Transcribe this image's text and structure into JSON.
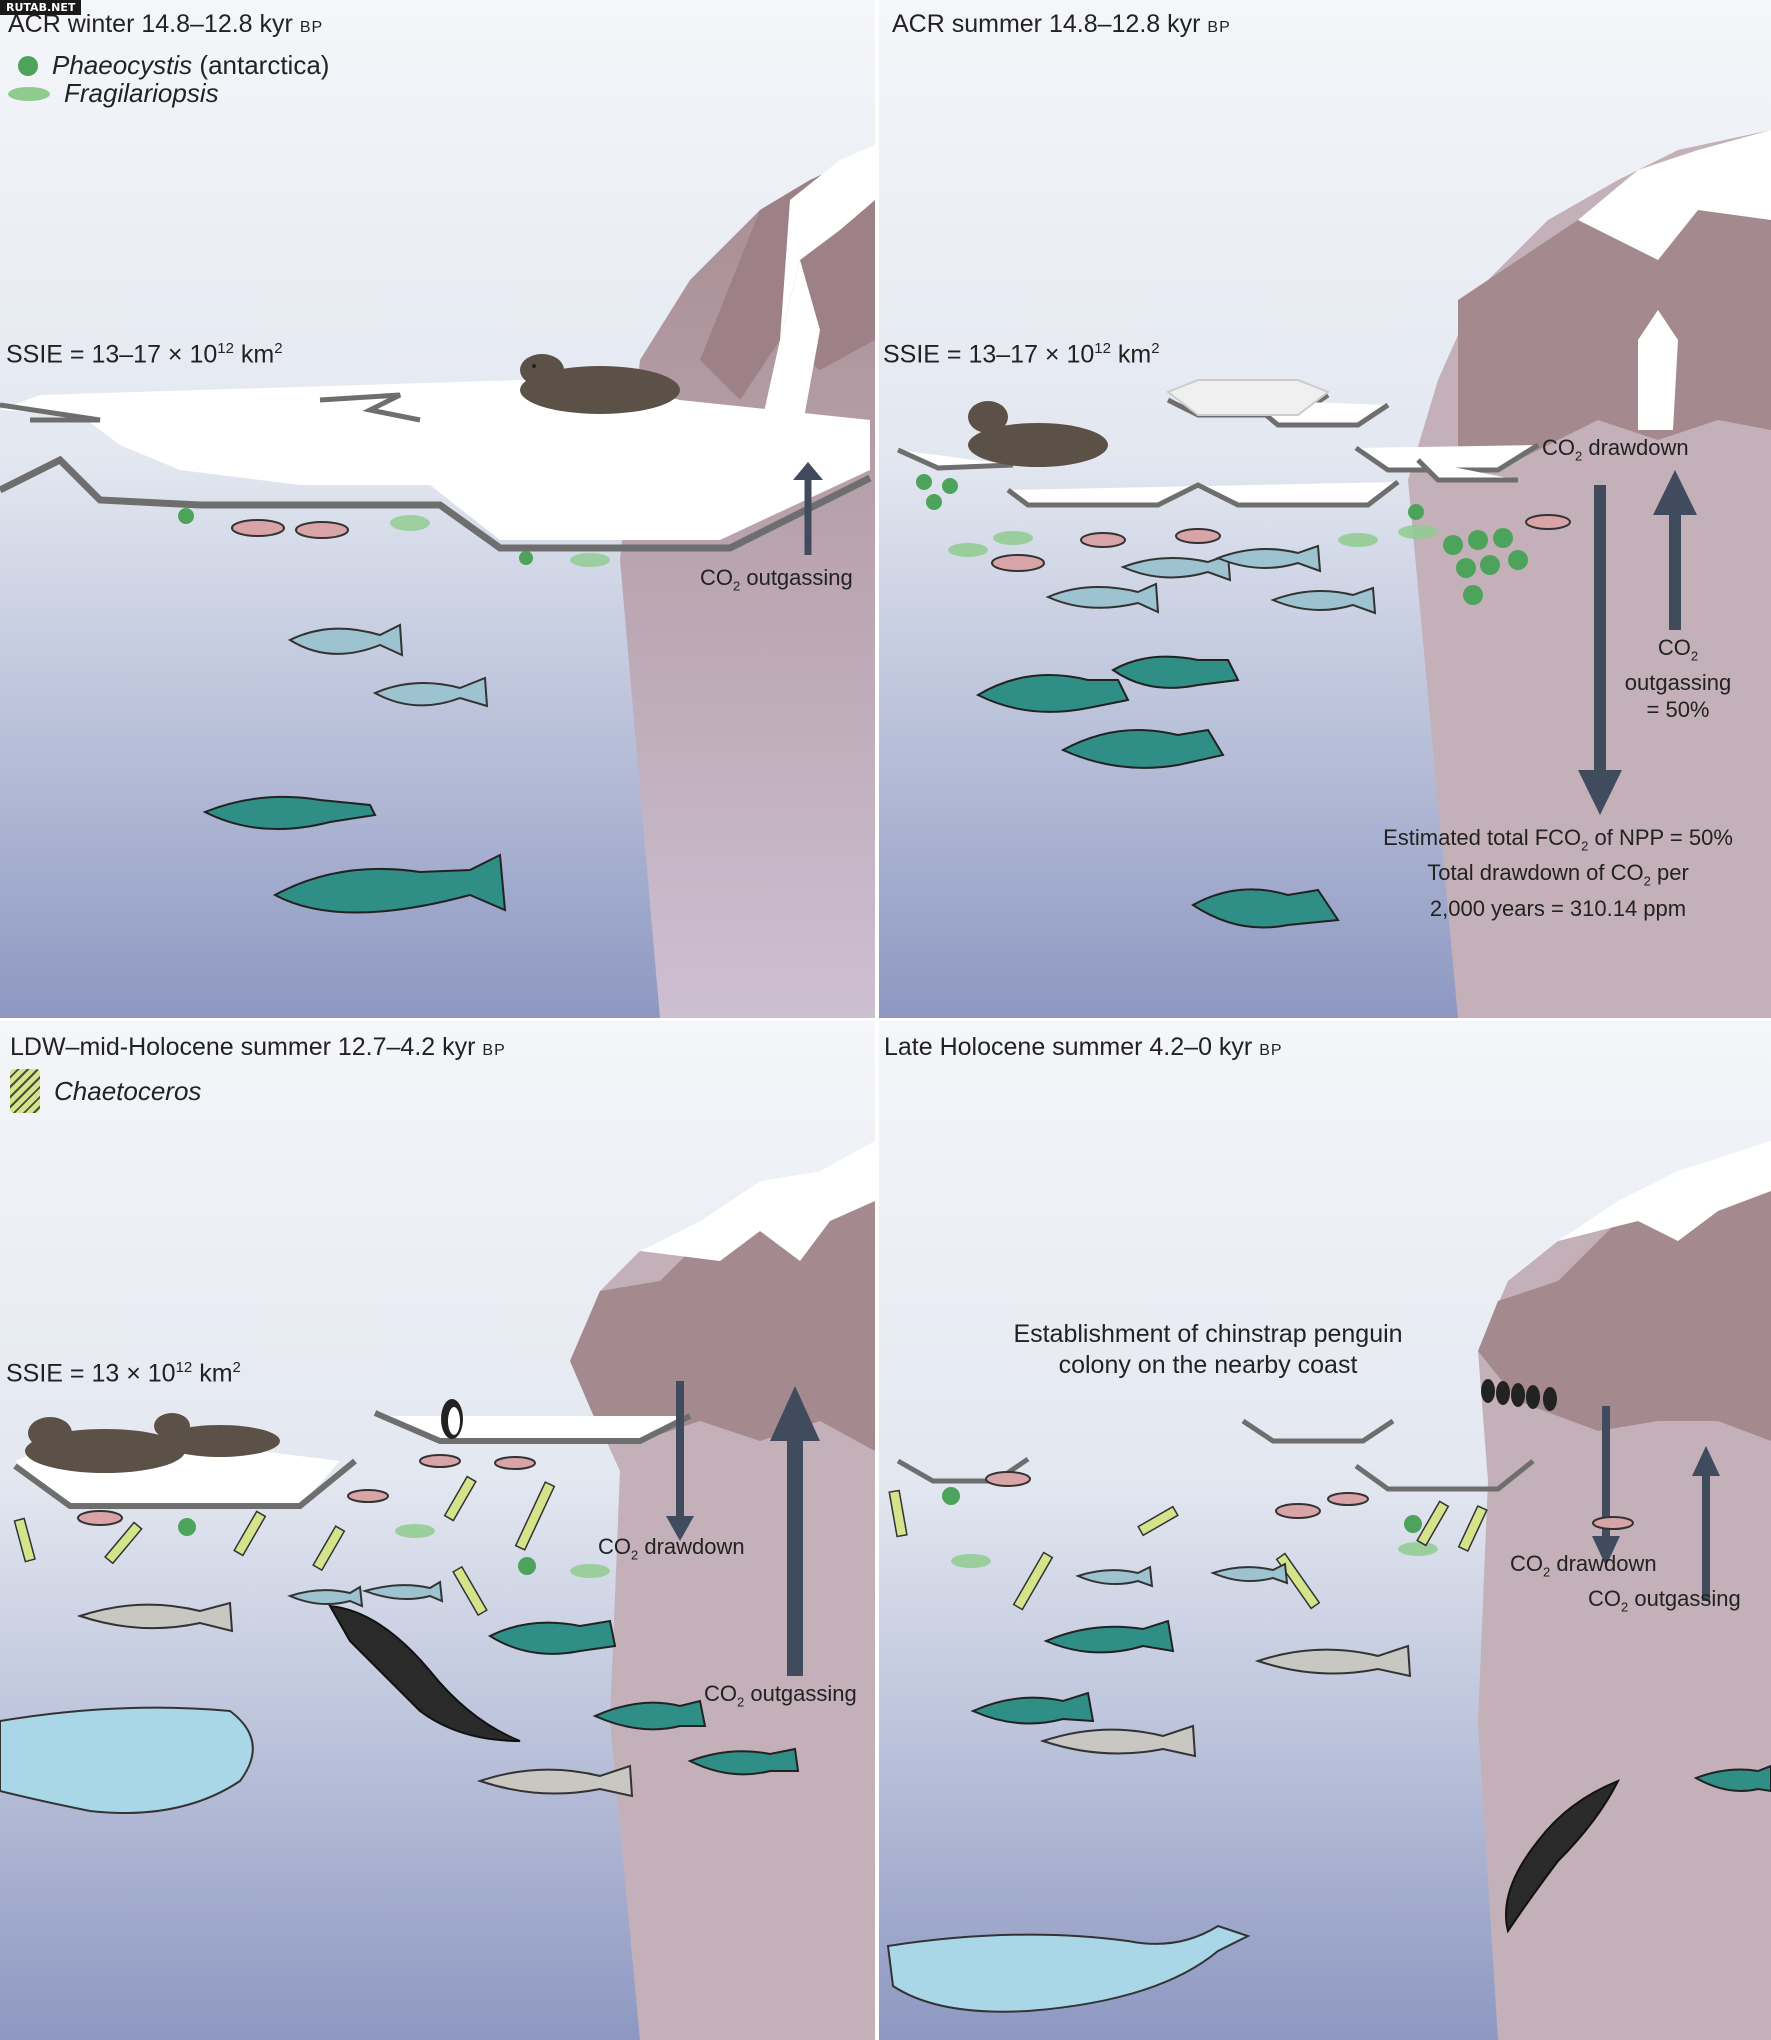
{
  "watermark": "RUTAB.NET",
  "colors": {
    "ocean_top": "#e7ecf3",
    "ocean_bottom": "#8f9ac4",
    "land": "#a48a8f",
    "land_light": "#d8c8cb",
    "ice": "#ffffff",
    "ice_edge": "#6e6e6e",
    "arrow": "#414b5e",
    "fish_teal": "#2f8e86",
    "fish_blue": "#9cc3cf",
    "diatom_green": "#4ea35c",
    "krill": "#d9a4a8"
  },
  "panels": [
    {
      "id": "acr-winter",
      "title_main": "ACR winter 14.8–12.8 kyr",
      "title_bp": "BP",
      "ssie": {
        "prefix": "SSIE = 13–17 × 10",
        "exp": "12",
        "unit": " km",
        "unit_exp": "2"
      },
      "labels": [
        {
          "text_pre": "CO",
          "sub": "2",
          "text_post": " outgassing"
        }
      ]
    },
    {
      "id": "acr-summer",
      "title_main": "ACR summer 14.8–12.8 kyr",
      "title_bp": "BP",
      "ssie": {
        "prefix": "SSIE = 13–17 × 10",
        "exp": "12",
        "unit": " km",
        "unit_exp": "2"
      },
      "labels": [
        {
          "text_pre": "CO",
          "sub": "2",
          "text_post": " drawdown"
        },
        {
          "line1_pre": "CO",
          "line1_sub": "2",
          "line2": "outgassing",
          "line3": "= 50%"
        },
        {
          "line1_pre": "Estimated total FCO",
          "line1_sub": "2",
          "line1_post": " of NPP = 50%",
          "line2_pre": "Total drawdown of CO",
          "line2_sub": "2",
          "line2_post": " per",
          "line3": "2,000 years = 310.14 ppm"
        }
      ]
    },
    {
      "id": "ldw-mid-holocene",
      "title_main": "LDW–mid-Holocene summer 12.7–4.2 kyr",
      "title_bp": "BP",
      "ssie": {
        "prefix": "SSIE = 13 × 10",
        "exp": "12",
        "unit": " km",
        "unit_exp": "2"
      },
      "labels": [
        {
          "text_pre": "CO",
          "sub": "2",
          "text_post": " drawdown"
        },
        {
          "text_pre": "CO",
          "sub": "2",
          "text_post": " outgassing"
        }
      ]
    },
    {
      "id": "late-holocene",
      "title_main": "Late Holocene summer 4.2–0 kyr",
      "title_bp": "BP",
      "labels": [
        {
          "line1": "Establishment of chinstrap penguin",
          "line2": "colony on the nearby coast"
        },
        {
          "text_pre": "CO",
          "sub": "2",
          "text_post": " drawdown"
        },
        {
          "text_pre": "CO",
          "sub": "2",
          "text_post": " outgassing"
        }
      ]
    }
  ],
  "legend": {
    "phaeocystis_pre": "Phaeocystis",
    "phaeocystis_post": " (antarctica)",
    "fragilariopsis": "Fragilariopsis",
    "chaetoceros": "Chaetoceros"
  }
}
